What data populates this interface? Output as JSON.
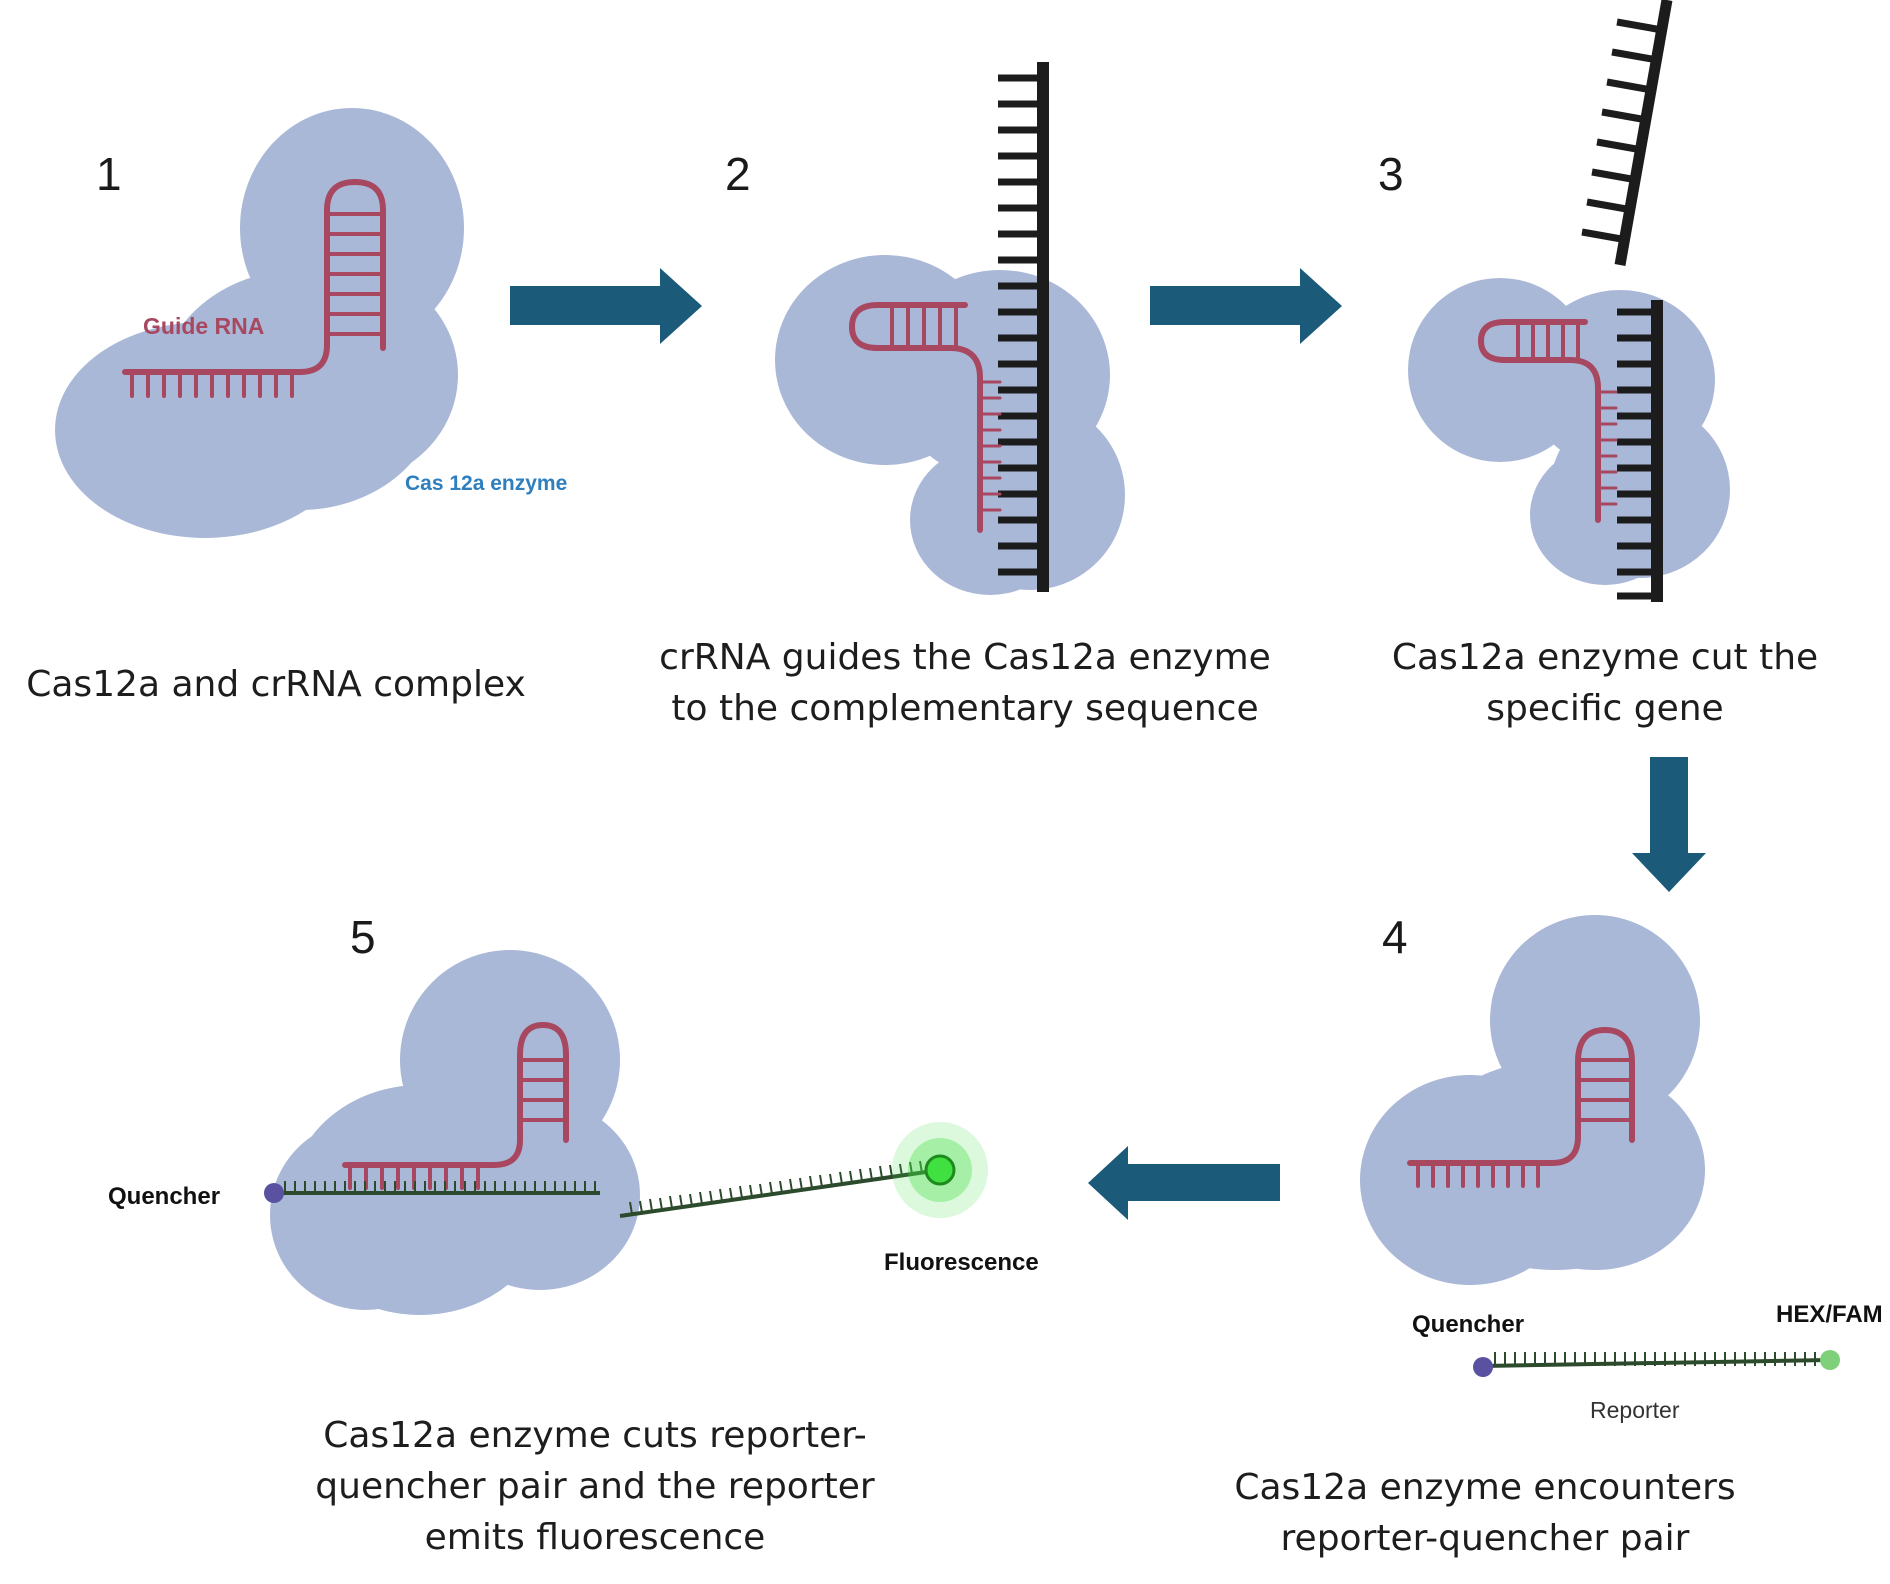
{
  "steps": [
    {
      "number": "1",
      "caption": [
        "Cas12a and  crRNA complex"
      ]
    },
    {
      "number": "2",
      "caption": [
        "crRNA guides the Cas12a enzyme",
        "to the complementary sequence"
      ]
    },
    {
      "number": "3",
      "caption": [
        "Cas12a enzyme cut the",
        "specific gene"
      ]
    },
    {
      "number": "4",
      "caption": [
        "Cas12a enzyme encounters",
        "reporter-quencher pair"
      ]
    },
    {
      "number": "5",
      "caption": [
        "Cas12a enzyme cuts reporter-",
        "quencher pair and the reporter",
        "emits fluorescence"
      ]
    }
  ],
  "labels": {
    "guide_rna": "Guide RNA",
    "enzyme": "Cas 12a enzyme",
    "quencher_step4": "Quencher",
    "hex_fam": "HEX/FAM",
    "reporter": "Reporter",
    "quencher_step5": "Quencher",
    "fluorescence": "Fluorescence"
  },
  "colors": {
    "enzyme_fill": "#aab8d8",
    "rna": "#a84860",
    "dna": "#1c1c1c",
    "arrow": "#1c5a7a",
    "reporter_strand": "#2c4a2c",
    "quencher_dot": "#5a52a0",
    "fluor_dot": "#7fd07a",
    "glow": "#3fe040"
  }
}
